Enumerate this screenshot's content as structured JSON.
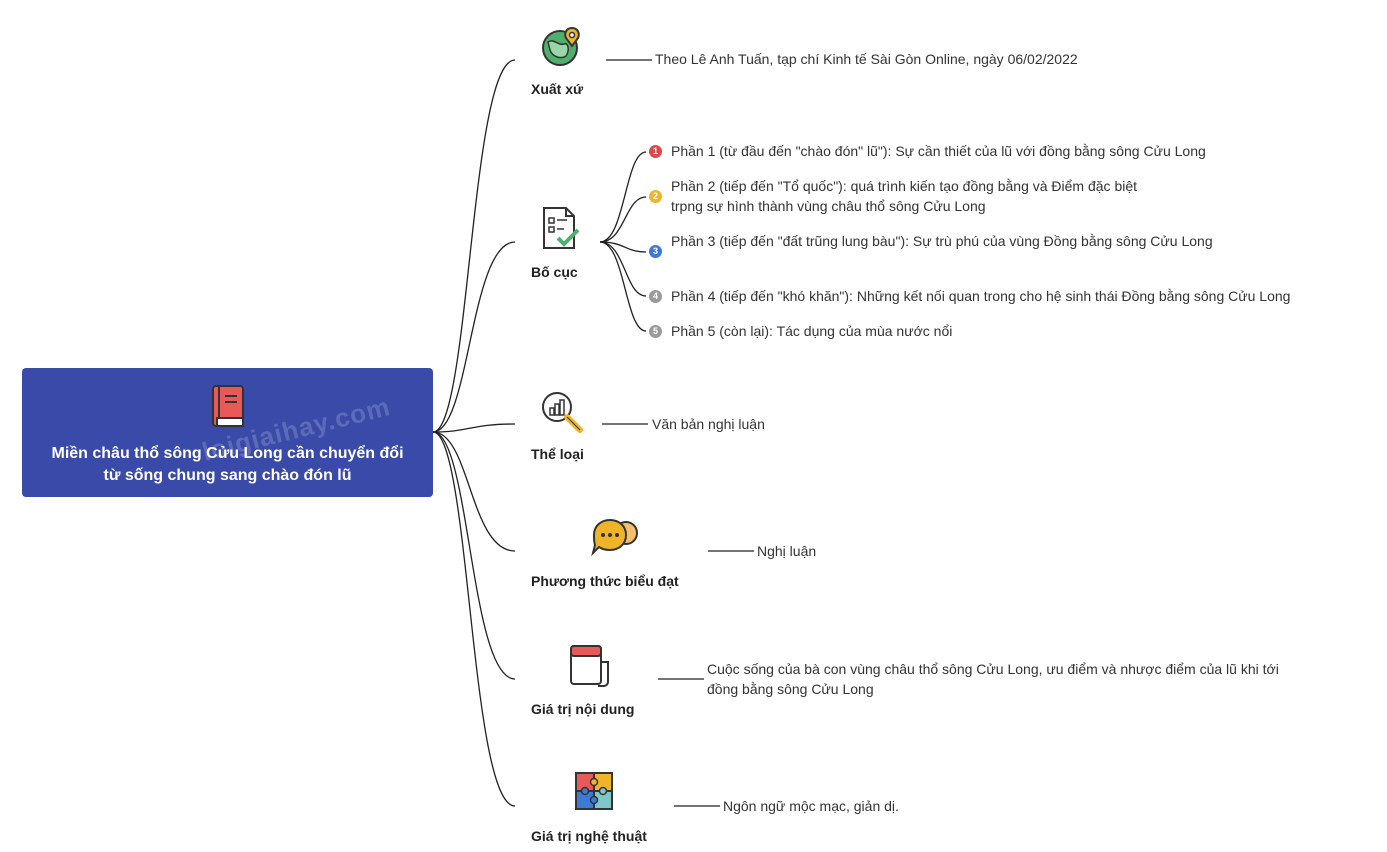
{
  "root": {
    "title": "Miền châu thổ sông Cửu Long cần chuyển đổi từ sống chung sang chào đón lũ",
    "icon": "book-icon",
    "color": "#3a4aa8"
  },
  "watermark": "loigiaihay.com",
  "branches": [
    {
      "label": "Xuất xứ",
      "icon": "globe-location-icon",
      "leaf": "Theo Lê Anh Tuấn, tạp chí Kinh tế Sài Gòn Online, ngày 06/02/2022"
    },
    {
      "label": "Bố cục",
      "icon": "checklist-icon",
      "items": [
        {
          "num": "1",
          "color": "#e04848",
          "text": "Phần 1 (từ đầu đến \"chào đón\" lũ\"): Sự cần thiết của lũ với đồng bằng sông Cửu Long"
        },
        {
          "num": "2",
          "color": "#f0b429",
          "text": "Phần 2 (tiếp đến \"Tổ quốc\"): quá trình kiến tạo đồng bằng và Điểm đặc biệt trpng sự hình thành vùng châu thổ sông Cửu Long"
        },
        {
          "num": "3",
          "color": "#3b7bd6",
          "text": "Phần 3 (tiếp đến \"đất trũng lung bàu\"): Sự trù phú của vùng Đồng bằng sông Cửu Long"
        },
        {
          "num": "4",
          "color": "#9a9a9a",
          "text": "Phần 4 (tiếp đến \"khó khăn\"): Những kết nối quan trong cho hệ sinh thái Đồng bằng sông Cửu Long"
        },
        {
          "num": "5",
          "color": "#9a9a9a",
          "text": "Phần 5 (còn lại): Tác dụng của mùa nước nổi"
        }
      ]
    },
    {
      "label": "Thể loại",
      "icon": "magnifier-chart-icon",
      "leaf": "Văn bản nghị luận"
    },
    {
      "label": "Phương thức biểu đạt",
      "icon": "speech-bubbles-icon",
      "leaf": "Nghị luận"
    },
    {
      "label": "Giá trị nội dung",
      "icon": "notebook-icon",
      "leaf": "Cuộc sống của bà con vùng châu thổ sông Cửu Long, ưu điểm và nhược điểm của lũ khi tới đồng bằng sông Cửu Long"
    },
    {
      "label": "Giá trị nghệ thuật",
      "icon": "puzzle-icon",
      "leaf": "Ngôn ngữ mộc mạc, giản dị."
    }
  ]
}
